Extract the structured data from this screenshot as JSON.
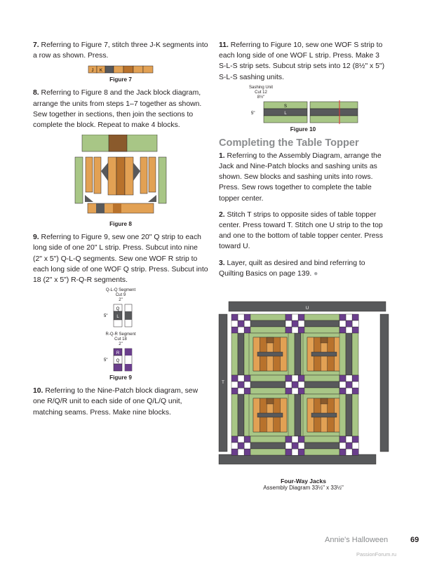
{
  "steps": {
    "s7": {
      "num": "7.",
      "text": " Referring to Figure 7, stitch three J-K segments into a row as shown. Press."
    },
    "s8": {
      "num": "8.",
      "text": " Referring to Figure 8 and the Jack block diagram, arrange the units from steps 1–7 together as shown. Sew together in sections, then join the sections to complete the block. Repeat to make 4 blocks."
    },
    "s9": {
      "num": "9.",
      "text": " Referring to Figure 9, sew one 20\" Q strip to each long side of one 20\" L strip. Press. Subcut into nine (2\" x 5\") Q-L-Q segments. Sew one WOF R strip to each long side of one WOF Q strip. Press. Subcut into 18 (2\" x 5\") R-Q-R segments."
    },
    "s10": {
      "num": "10.",
      "text": " Referring to the Nine-Patch block diagram, sew one R/Q/R unit to each side of one Q/L/Q unit, matching seams. Press. Make nine blocks."
    },
    "s11": {
      "num": "11.",
      "text": " Referring to Figure 10, sew one WOF S strip to each long side of one WOF L strip. Press. Make 3 S-L-S strip sets. Subcut strip sets into 12 (8½\" x 5\") S-L-S sashing units."
    },
    "c1": {
      "num": "1.",
      "text": " Referring to the Assembly Diagram, arrange the Jack and Nine-Patch blocks and sashing units as shown. Sew blocks and sashing units into rows. Press. Sew rows together to complete the table topper center."
    },
    "c2": {
      "num": "2.",
      "text": " Stitch T strips to opposite sides of table topper center. Press toward T. Stitch one U strip to the top and one to the bottom of table topper center. Press toward U."
    },
    "c3": {
      "num": "3.",
      "text": " Layer, quilt as desired and bind referring to Quilting Basics on page 139."
    }
  },
  "section_heading": "Completing the Table Topper",
  "figures": {
    "fig7": {
      "caption": "Figure 7",
      "labels": [
        "J",
        "K"
      ]
    },
    "fig8": {
      "caption": "Figure 8"
    },
    "fig9": {
      "caption": "Figure 9",
      "unit1": {
        "title": "Q-L-Q Segment",
        "cut": "Cut 9",
        "width": "2\"",
        "height": "5\"",
        "labels": [
          "Q",
          "L"
        ]
      },
      "unit2": {
        "title": "R-Q-R Segment",
        "cut": "Cut 18",
        "width": "2\"",
        "height": "5\"",
        "labels": [
          "R",
          "Q"
        ]
      }
    },
    "fig10": {
      "caption": "Figure 10",
      "title": "Sashing Unit",
      "cut": "Cut 12",
      "width": "8½\"",
      "height": "5\"",
      "labels": [
        "S",
        "L"
      ]
    },
    "assembly": {
      "title": "Four-Way Jacks",
      "subtitle": "Assembly Diagram 33½\" x 33½\"",
      "labels": [
        "U",
        "T"
      ]
    }
  },
  "footer": {
    "book": "Annie's Halloween",
    "page": "69",
    "watermark": "PassionForum.ru"
  },
  "colors": {
    "green": "#a8c686",
    "orange": "#e2a154",
    "dark_orange": "#b8722c",
    "brown": "#8a5a2c",
    "gray": "#58595b",
    "purple": "#6a3e8c",
    "light": "#ffffff"
  }
}
